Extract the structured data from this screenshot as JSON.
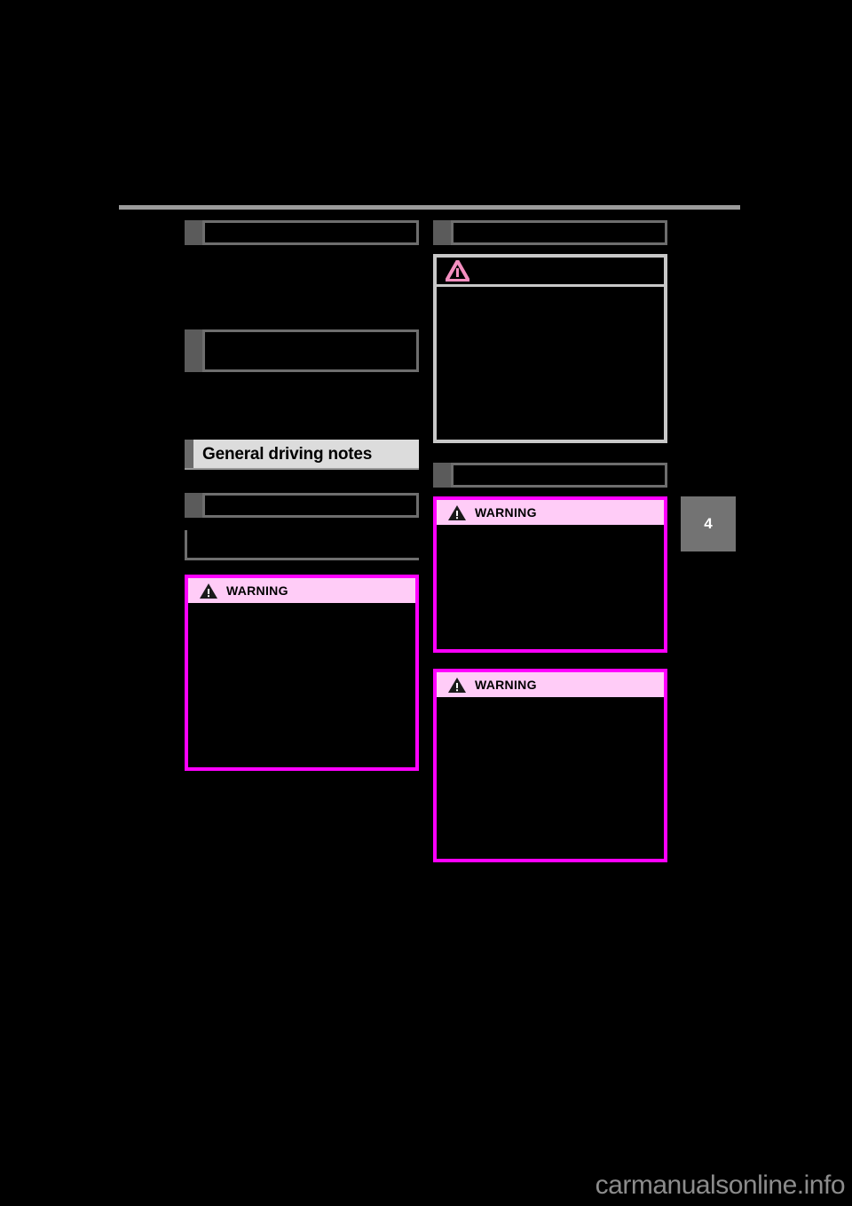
{
  "page": {
    "background_color": "#000000",
    "chapter_tab_number": "4",
    "watermark": "carmanualsonline.info",
    "top_rule_color": "#9b9b9b"
  },
  "colors": {
    "warning_border": "#ff00ff",
    "warning_header_fill": "#ffccf7",
    "notice_border": "#c8c8c8",
    "notice_icon": "#f48fc0",
    "section_title_fill": "#dcdcdc",
    "header_bar_outline": "#6e6e6e",
    "header_bar_tab": "#5b5b5b",
    "chapter_tab_fill": "#737373",
    "watermark_color": "#8c8c8c",
    "redacted_body": "#000000"
  },
  "left_column": {
    "items": [
      {
        "type": "subsection-header",
        "name": "subsection-header-1",
        "label": "",
        "lines": 1
      },
      {
        "type": "redacted-text",
        "name": "redacted-body-1",
        "label": ""
      },
      {
        "type": "subsection-header",
        "name": "subsection-header-2",
        "label": "",
        "lines": 2
      },
      {
        "type": "redacted-text",
        "name": "redacted-body-2",
        "label": ""
      },
      {
        "type": "section-title",
        "name": "section-title-general-driving-notes",
        "label": "General driving notes"
      },
      {
        "type": "subsection-header",
        "name": "subsection-header-3",
        "label": "",
        "lines": 1
      },
      {
        "type": "redacted-block",
        "name": "redacted-list-block-1",
        "label": ""
      },
      {
        "type": "warning",
        "name": "warning-box-left-1",
        "label": "WARNING",
        "icon": "warning-triangle-icon",
        "body": ""
      }
    ]
  },
  "right_column": {
    "items": [
      {
        "type": "subsection-header",
        "name": "subsection-header-4",
        "label": "",
        "lines": 1
      },
      {
        "type": "notice",
        "name": "notice-box-right-1",
        "label": "",
        "icon": "notice-triangle-icon",
        "body": ""
      },
      {
        "type": "subsection-header",
        "name": "subsection-header-5",
        "label": "",
        "lines": 1
      },
      {
        "type": "warning",
        "name": "warning-box-right-1",
        "label": "WARNING",
        "icon": "warning-triangle-icon",
        "body": ""
      },
      {
        "type": "warning",
        "name": "warning-box-right-2",
        "label": "WARNING",
        "icon": "warning-triangle-icon",
        "body": ""
      }
    ]
  },
  "labels": {
    "warning": "WARNING",
    "section_general_driving_notes": "General driving notes",
    "chapter_number": "4",
    "watermark": "carmanualsonline.info"
  }
}
